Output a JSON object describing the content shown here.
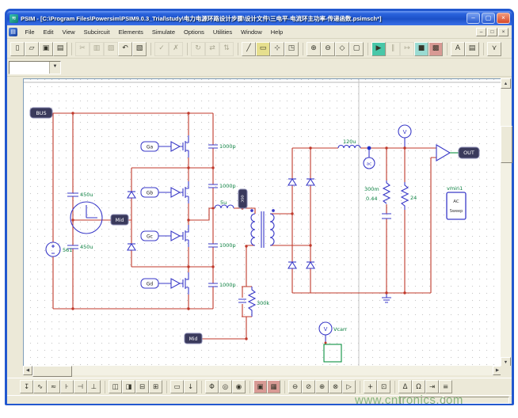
{
  "window": {
    "title": "PSIM - [C:\\Program Files\\Powersim\\PSIM9.0.3_Trial\\study\\电力电源环路设计步骤\\设计文件\\三电平-电流环主功率-传递函数.psimsch*]",
    "controls": [
      {
        "name": "minimize",
        "glyph": "–"
      },
      {
        "name": "maximize",
        "glyph": "▢"
      },
      {
        "name": "close",
        "glyph": "×"
      }
    ]
  },
  "menu": {
    "items": [
      "File",
      "Edit",
      "View",
      "Subcircuit",
      "Elements",
      "Simulate",
      "Options",
      "Utilities",
      "Window",
      "Help"
    ],
    "mdi_controls": [
      {
        "name": "mdi-minimize",
        "glyph": "–"
      },
      {
        "name": "mdi-restore",
        "glyph": "□"
      },
      {
        "name": "mdi-close",
        "glyph": "×"
      }
    ]
  },
  "toolbar_top": {
    "buttons": [
      {
        "name": "new",
        "glyph": "▯"
      },
      {
        "name": "open",
        "glyph": "▱"
      },
      {
        "name": "save",
        "glyph": "▣"
      },
      {
        "name": "print",
        "glyph": "▤"
      },
      {
        "sep": true
      },
      {
        "name": "cut",
        "glyph": "✂",
        "disabled": true
      },
      {
        "name": "copy",
        "glyph": "▥",
        "disabled": true
      },
      {
        "name": "paste",
        "glyph": "▨",
        "disabled": true
      },
      {
        "name": "undo",
        "glyph": "↶"
      },
      {
        "name": "clipboard",
        "glyph": "▧"
      },
      {
        "sep": true
      },
      {
        "name": "apply",
        "glyph": "✓",
        "disabled": true
      },
      {
        "name": "cancel",
        "glyph": "✗",
        "disabled": true
      },
      {
        "sep": true
      },
      {
        "name": "rotate",
        "glyph": "↻",
        "disabled": true
      },
      {
        "name": "flip-horizontal",
        "glyph": "⇄",
        "disabled": true
      },
      {
        "name": "flip-vertical",
        "glyph": "⇅",
        "disabled": true
      },
      {
        "sep": true
      },
      {
        "name": "draw-wire",
        "glyph": "╱"
      },
      {
        "name": "place-label",
        "glyph": "▭",
        "accent": "#e6df8e"
      },
      {
        "name": "move",
        "glyph": "⊹"
      },
      {
        "name": "zoom-select",
        "glyph": "◳"
      },
      {
        "sep": true
      },
      {
        "name": "zoom-in",
        "glyph": "⊕"
      },
      {
        "name": "zoom-out",
        "glyph": "⊖"
      },
      {
        "name": "zoom-fit",
        "glyph": "◇"
      },
      {
        "name": "page-view",
        "glyph": "▢"
      },
      {
        "sep": true
      },
      {
        "name": "run-simulation",
        "glyph": "▶",
        "accent": "#49c7a8"
      },
      {
        "name": "pause-simulation",
        "glyph": "∥",
        "disabled": true
      },
      {
        "name": "step-simulation",
        "glyph": "↦",
        "disabled": true
      },
      {
        "name": "stop-simulation",
        "glyph": "■",
        "accent": "#9adbd2"
      },
      {
        "name": "simview",
        "glyph": "▩",
        "accent": "#d89a94"
      },
      {
        "sep": true
      },
      {
        "name": "text-tool",
        "glyph": "A"
      },
      {
        "name": "element-list",
        "glyph": "▤"
      },
      {
        "sep": true
      },
      {
        "name": "probe-tool",
        "glyph": "⋎"
      }
    ]
  },
  "address_combo": {
    "value": "",
    "arrow": "▼"
  },
  "schematic": {
    "node_labels": {
      "bus": "BUS",
      "mid_left": "Mid",
      "mid_bottom": "Mid",
      "out": "OUT",
      "pri_sense": "osc"
    },
    "gate_labels": [
      "Ga",
      "Gb",
      "Gc",
      "Gd"
    ],
    "values": {
      "source_voltage": "561",
      "cap_split_1": "450u",
      "cap_split_2": "450u",
      "snubber_caps": [
        "1000p",
        "1000p",
        "1000p",
        "1000p"
      ],
      "resonant_inductor": "5u",
      "output_inductor": "120u",
      "damping_resistor": "300k",
      "esr_resistor": "300m",
      "output_capacitor": "0.44",
      "load_resistor": "24"
    },
    "probes": {
      "voltage": "V",
      "ac": "ac",
      "carrier_voltage": "V",
      "carrier_label": "Vcarr"
    },
    "sweep_block": {
      "title": "vmin1",
      "line1": "AC",
      "line2": "Sweep"
    },
    "colors": {
      "wire": "#c0392b",
      "component": "#3a3ac8",
      "value_text": "#0b8040",
      "label_box": "#3a3a5c"
    }
  },
  "toolbar_bottom": {
    "buttons": [
      {
        "name": "wire-element",
        "glyph": "↧"
      },
      {
        "name": "sine-source",
        "glyph": "∿"
      },
      {
        "name": "ac-source",
        "glyph": "≈"
      },
      {
        "name": "dc-source",
        "glyph": "⊦"
      },
      {
        "name": "battery",
        "glyph": "⊣"
      },
      {
        "name": "ground",
        "glyph": "⊥"
      },
      {
        "sep": true
      },
      {
        "name": "transformer",
        "glyph": "◫"
      },
      {
        "name": "transformer-3w",
        "glyph": "◨"
      },
      {
        "name": "capacitor",
        "glyph": "⊟"
      },
      {
        "name": "inductor",
        "glyph": "⊞"
      },
      {
        "sep": true
      },
      {
        "name": "resistor",
        "glyph": "▭"
      },
      {
        "name": "current-flag",
        "glyph": "↓"
      },
      {
        "sep": true
      },
      {
        "name": "phase-probe",
        "glyph": "Φ"
      },
      {
        "name": "voltage-probe",
        "glyph": "◎"
      },
      {
        "name": "current-probe",
        "glyph": "◉"
      },
      {
        "sep": true
      },
      {
        "name": "sim-control",
        "glyph": "▣",
        "accent": "#d89a94"
      },
      {
        "name": "simview-launch",
        "glyph": "▦",
        "accent": "#d89a94"
      },
      {
        "sep": true
      },
      {
        "name": "diode",
        "glyph": "⊖"
      },
      {
        "name": "thyristor",
        "glyph": "⊘"
      },
      {
        "name": "mosfet",
        "glyph": "⊕"
      },
      {
        "name": "igbt",
        "glyph": "⊗"
      },
      {
        "name": "buffer",
        "glyph": "▷"
      },
      {
        "sep": true
      },
      {
        "name": "math-add",
        "glyph": "+"
      },
      {
        "name": "subcircuit-box",
        "glyph": "⊡"
      },
      {
        "sep": true
      },
      {
        "name": "delta-block",
        "glyph": "Δ"
      },
      {
        "name": "omega-block",
        "glyph": "Ω"
      },
      {
        "name": "goto-label",
        "glyph": "⇥"
      },
      {
        "name": "bus-label",
        "glyph": "≡"
      }
    ]
  },
  "watermark": {
    "text": "www.cntronics.com"
  }
}
